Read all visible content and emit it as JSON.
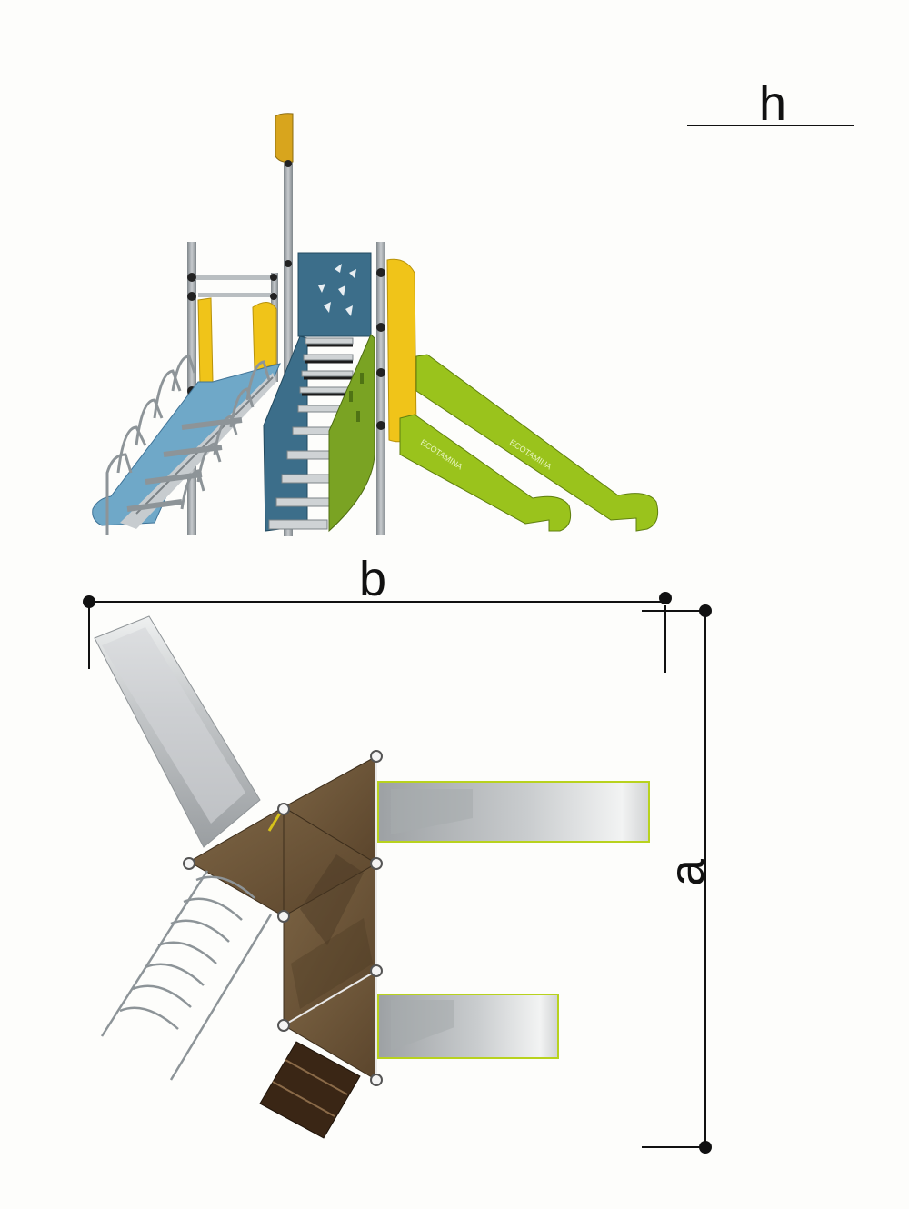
{
  "dimensions": {
    "height_label": "h",
    "width_label": "b",
    "depth_label": "a"
  },
  "colors": {
    "background": "#fdfdfb",
    "dimension_line": "#111111",
    "post": "#9aa0a4",
    "blue_panel": "#3c6e8a",
    "light_blue_slide": "#6fa8c8",
    "yellow_panel": "#f0c419",
    "green_slide": "#9ac31c",
    "green_panel": "#7aa323",
    "roof_accent": "#d4a017",
    "deck_brown": "#6b5438",
    "slide_gray": "#b9bcbf",
    "step_dark": "#3a2615"
  }
}
